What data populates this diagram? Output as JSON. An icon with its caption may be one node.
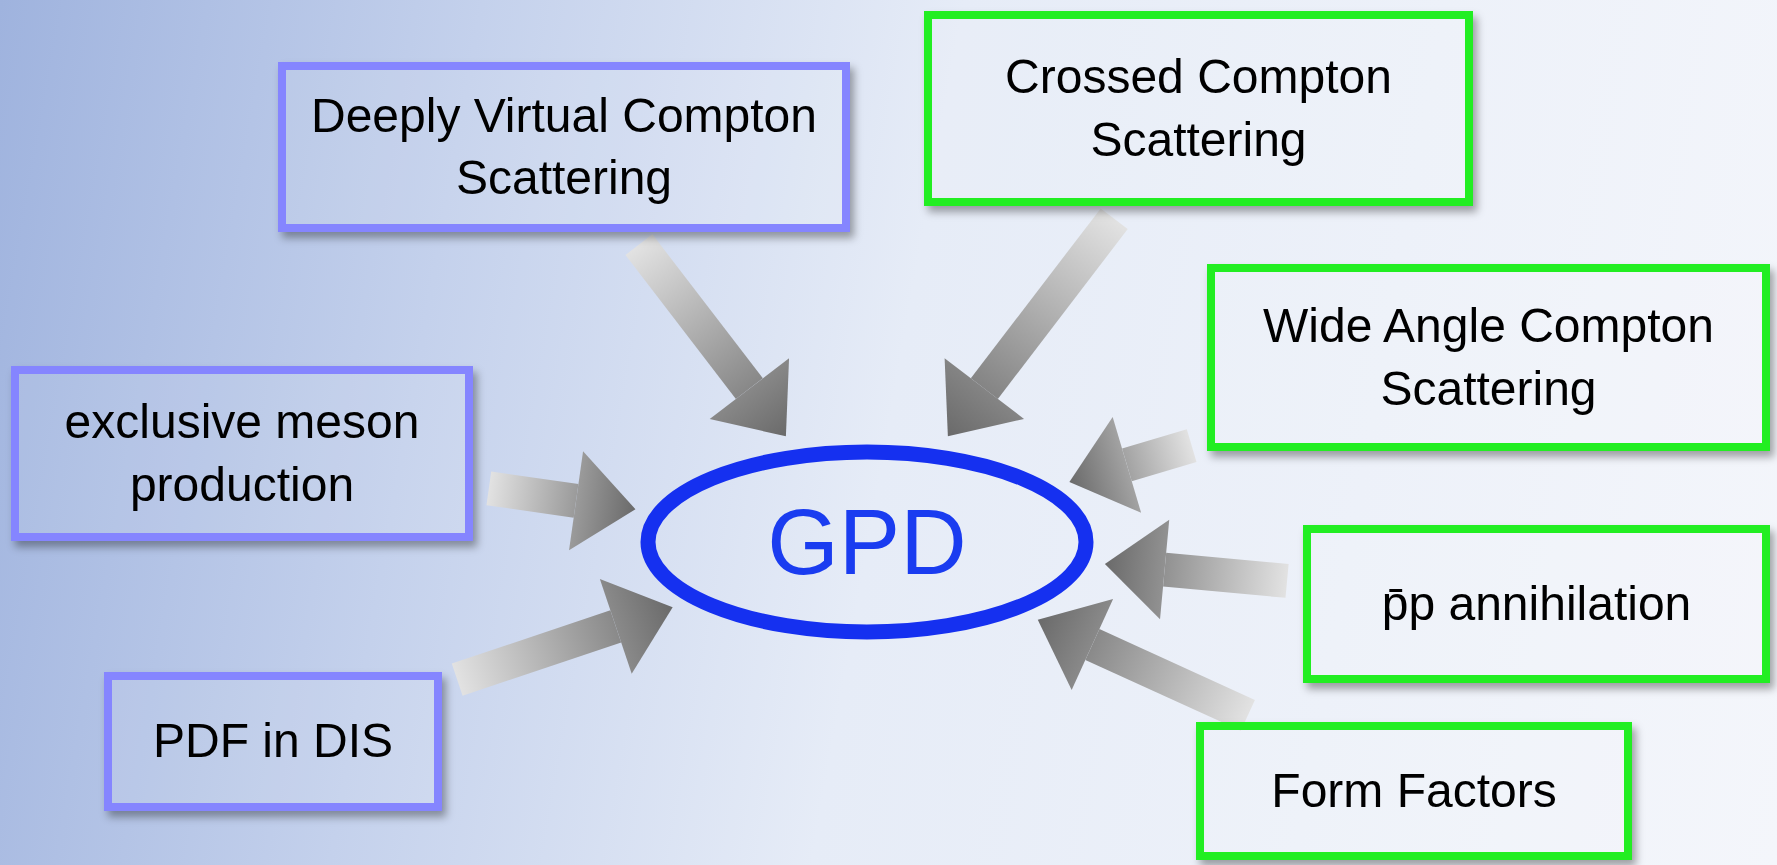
{
  "diagram": {
    "nodes": [
      {
        "text": [
          "Deeply Virtual Compton Scattering"
        ]
      },
      {
        "text": [
          "Crossed Compton Scattering"
        ]
      },
      {
        "text": [
          "Wide Angle Compton Scattering"
        ]
      },
      {
        "text": [
          "exclusive meson production"
        ]
      },
      {
        "text": [
          "GPD"
        ]
      },
      {
        "text": [
          "p̄p annihilation"
        ]
      },
      {
        "text": [
          "PDF in DIS"
        ]
      },
      {
        "text": [
          "Form Factors"
        ]
      }
    ],
    "edges": [
      {
        "from": 0,
        "to": 4,
        "arrow": "to",
        "style": "thick"
      },
      {
        "from": 1,
        "to": 4,
        "arrow": "to",
        "style": "thick"
      },
      {
        "from": 2,
        "to": 4,
        "arrow": "to",
        "style": "thick"
      },
      {
        "from": 3,
        "to": 4,
        "arrow": "to",
        "style": "thick"
      },
      {
        "from": 5,
        "to": 4,
        "arrow": "to",
        "style": "thick"
      },
      {
        "from": 6,
        "to": 4,
        "arrow": "to",
        "style": "thick"
      },
      {
        "from": 7,
        "to": 4,
        "arrow": "to",
        "style": "thick"
      }
    ]
  }
}
